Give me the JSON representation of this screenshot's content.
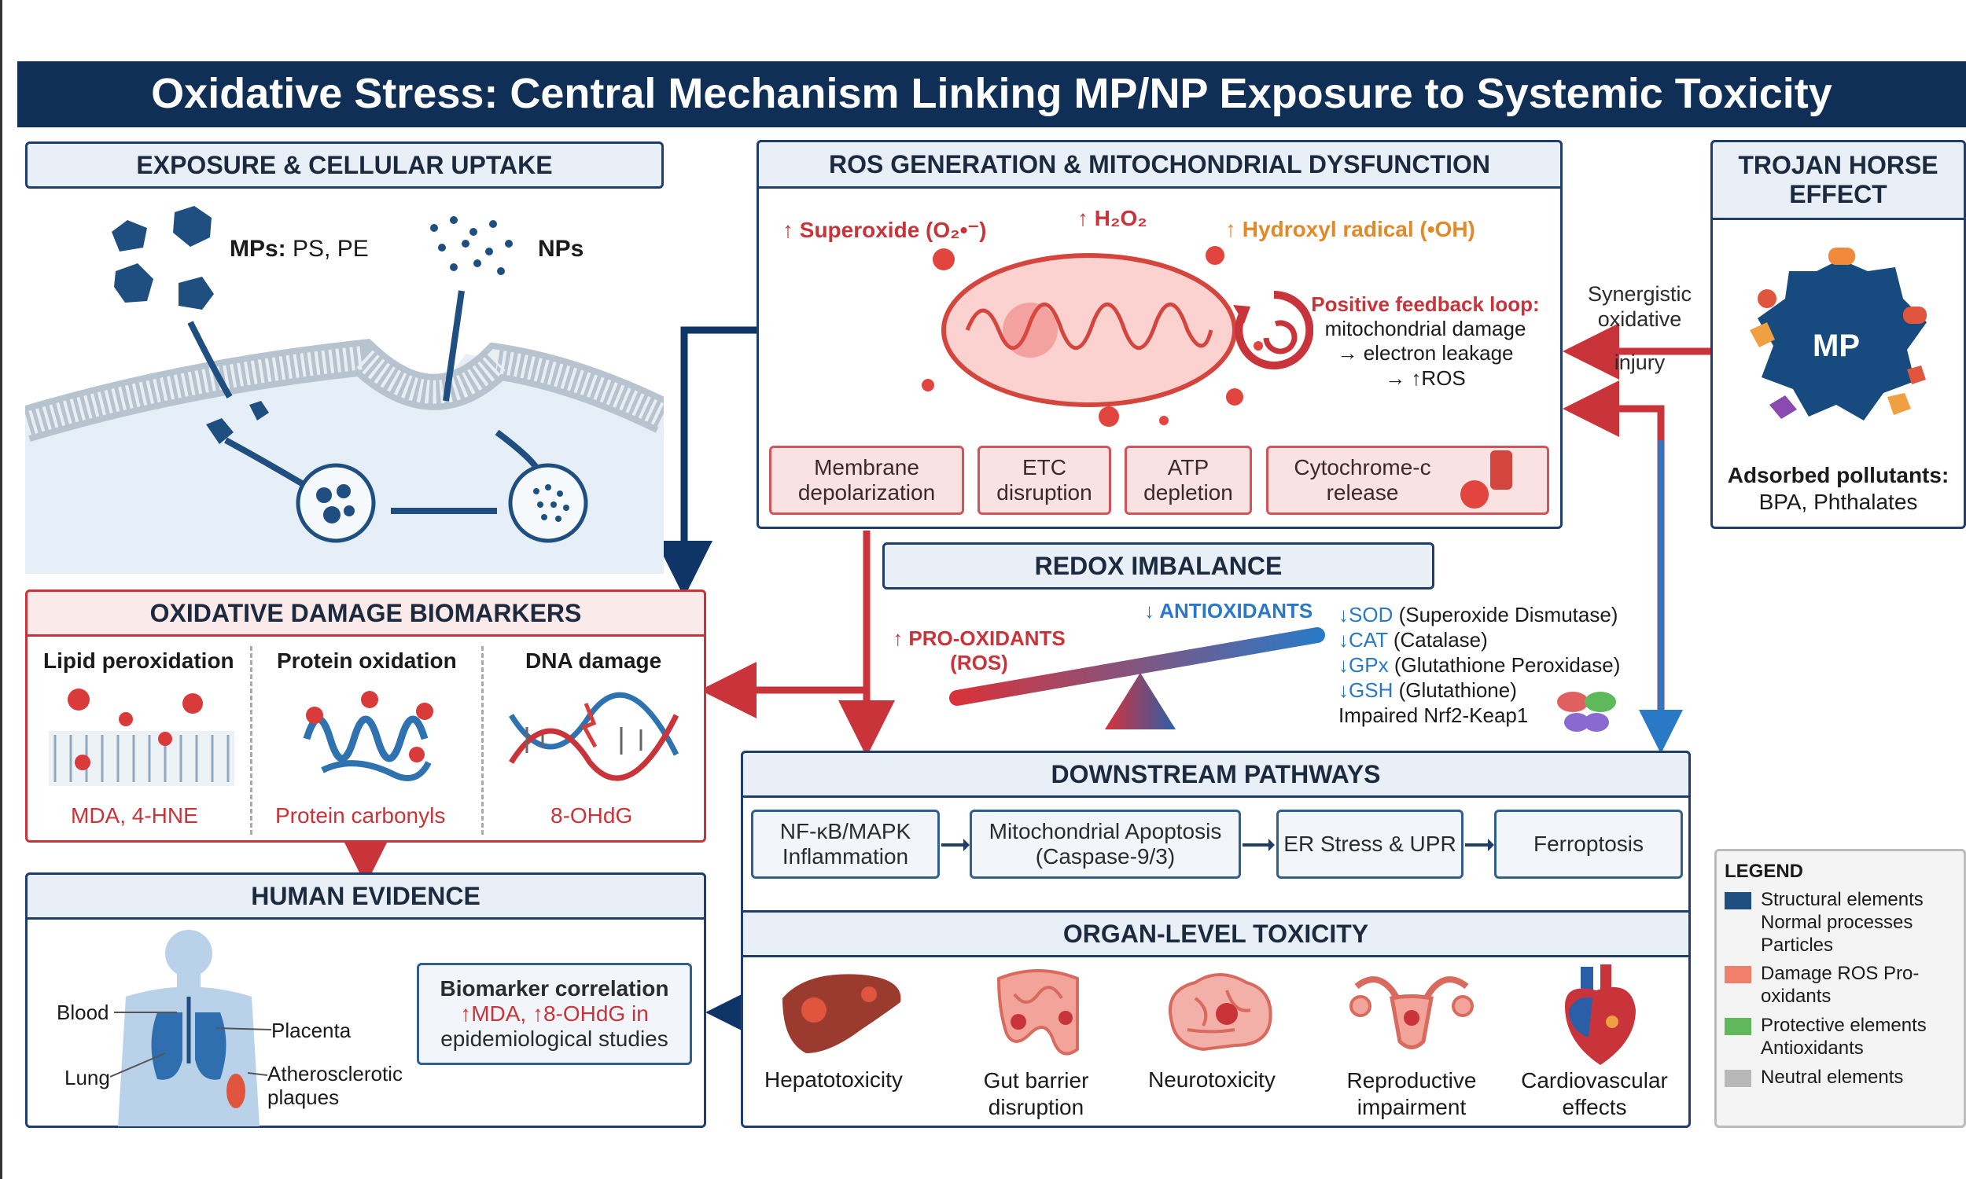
{
  "title": "Oxidative Stress: Central Mechanism Linking MP/NP Exposure to Systemic Toxicity",
  "exposure": {
    "header": "EXPOSURE & CELLULAR UPTAKE",
    "mps_label": "MPs:",
    "mps_types": "PS, PE",
    "nps_label": "NPs"
  },
  "ros": {
    "header": "ROS GENERATION & MITOCHONDRIAL DYSFUNCTION",
    "superoxide": "↑ Superoxide (O₂•⁻)",
    "h2o2": "↑ H₂O₂",
    "hydroxyl": "↑ Hydroxyl radical (•OH)",
    "feedback_title": "Positive feedback loop:",
    "feedback_l1": "mitochondrial damage",
    "feedback_l2": "→ electron leakage",
    "feedback_l3": "→ ↑ROS",
    "boxes": [
      "Membrane depolarization",
      "ETC disruption",
      "ATP depletion",
      "Cytochrome-c release"
    ]
  },
  "trojan": {
    "header": "TROJAN HORSE EFFECT",
    "mp_label": "MP",
    "adsorbed_title": "Adsorbed pollutants:",
    "adsorbed_items": "BPA, Phthalates",
    "synergy_l1": "Synergistic",
    "synergy_l2": "oxidative",
    "synergy_l3": "injury"
  },
  "biomarkers": {
    "header": "OXIDATIVE DAMAGE BIOMARKERS",
    "cols": [
      {
        "title": "Lipid peroxidation",
        "marker": "MDA, 4-HNE"
      },
      {
        "title": "Protein oxidation",
        "marker": "Protein carbonyls"
      },
      {
        "title": "DNA damage",
        "marker": "8-OHdG"
      }
    ]
  },
  "redox": {
    "header": "REDOX IMBALANCE",
    "pro_l1": "↑ PRO-OXIDANTS",
    "pro_l2": "(ROS)",
    "anti": "↓ ANTIOXIDANTS",
    "enzymes": [
      {
        "abbr": "↓SOD",
        "name": "(Superoxide Dismutase)"
      },
      {
        "abbr": "↓CAT",
        "name": "(Catalase)"
      },
      {
        "abbr": "↓GPx",
        "name": "(Glutathione Peroxidase)"
      },
      {
        "abbr": "↓GSH",
        "name": "(Glutathione)"
      }
    ],
    "nrf2": "Impaired Nrf2-Keap1"
  },
  "downstream": {
    "header": "DOWNSTREAM PATHWAYS",
    "boxes": [
      "NF-κB/MAPK Inflammation",
      "Mitochondrial Apoptosis (Caspase-9/3)",
      "ER Stress & UPR",
      "Ferroptosis"
    ]
  },
  "organ": {
    "header": "ORGAN-LEVEL TOXICITY",
    "items": [
      "Hepatotoxicity",
      "Gut barrier disruption",
      "Neurotoxicity",
      "Reproductive impairment",
      "Cardiovascular effects"
    ]
  },
  "human": {
    "header": "HUMAN EVIDENCE",
    "blood": "Blood",
    "lung": "Lung",
    "placenta": "Placenta",
    "plaques": "Atherosclerotic plaques",
    "corr_title": "Biomarker correlation",
    "corr_markers": "↑MDA, ↑8-OHdG in",
    "corr_rest": "epidemiological studies"
  },
  "legend": {
    "title": "LEGEND",
    "items": [
      {
        "color": "#1f4f80",
        "text": "Structural elements Normal processes Particles"
      },
      {
        "color": "#f0806a",
        "text": "Damage ROS Pro-oxidants"
      },
      {
        "color": "#5fb85a",
        "text": "Protective elements Antioxidants"
      },
      {
        "color": "#b8b8b8",
        "text": "Neutral elements"
      }
    ]
  },
  "colors": {
    "navy": "#0f2f57",
    "red": "#c8343a",
    "blue": "#2a79c7",
    "orange": "#e08a2a"
  }
}
